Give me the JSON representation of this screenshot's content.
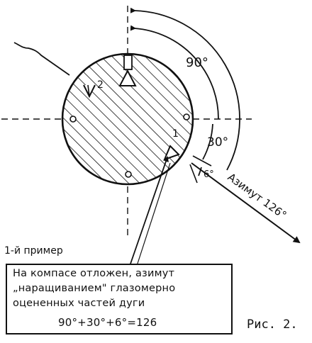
{
  "figure": {
    "arc_labels": {
      "deg90": "90°",
      "deg30": "30°",
      "deg6": "6°"
    },
    "azimuth_label": "Азимут 126°",
    "marker_labels": {
      "first": "1",
      "second": "2"
    },
    "example_title": "1-й пример",
    "caption_lines": [
      "На компасе отложен, азимут",
      "„наращиванием\" глазомерно",
      "оцененных частей дуги",
      "90°+30°+6°=126"
    ],
    "figure_caption": "Рис. 2."
  },
  "colors": {
    "ink": "#111111",
    "paper": "#ffffff"
  }
}
